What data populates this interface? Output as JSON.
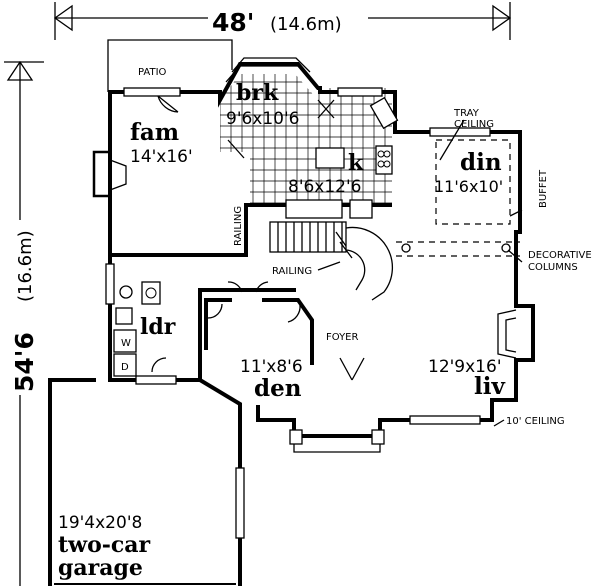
{
  "dimensions": {
    "width_main": "48'",
    "width_metric": "(14.6m)",
    "depth_main": "54'6",
    "depth_metric": "(16.6m)"
  },
  "rooms": {
    "patio": "PATIO",
    "brk": {
      "name": "brk",
      "size": "9'6x10'6"
    },
    "fam": {
      "name": "fam",
      "size": "14'x16'"
    },
    "k": {
      "name": "k",
      "size": "8'6x12'6"
    },
    "din": {
      "name": "din",
      "size": "11'6x10'"
    },
    "ldr": {
      "name": "ldr",
      "w": "W",
      "d": "D"
    },
    "den": {
      "name": "den",
      "size": "11'x8'6"
    },
    "foyer": "FOYER",
    "liv": {
      "name": "liv",
      "size": "12'9x16'"
    },
    "garage": {
      "name": "two-car",
      "name2": "garage",
      "size": "19'4x20'8"
    }
  },
  "notes": {
    "tray_ceiling_1": "TRAY",
    "tray_ceiling_2": "CEILING",
    "buffet": "BUFFET",
    "railing_vertical": "RAILING",
    "railing_stair": "RAILING",
    "decorative_1": "DECORATIVE",
    "decorative_2": "COLUMNS",
    "ceiling_10": "10' CEILING"
  }
}
